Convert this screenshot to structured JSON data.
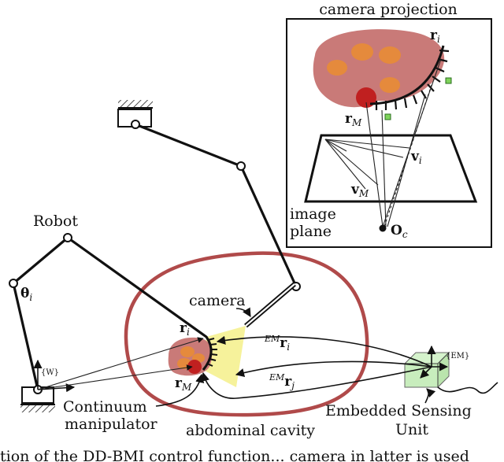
{
  "labels": {
    "camera_projection": "camera projection",
    "image_plane_1": "image",
    "image_plane_2": "plane",
    "robot": "Robot",
    "camera": "camera",
    "continuum_1": "Continuum",
    "continuum_2": "manipulator",
    "abdominal_cavity": "abdominal cavity",
    "embedded_1": "Embedded Sensing",
    "embedded_2": "Unit",
    "frame_w": "{W}",
    "frame_em": "{EM}"
  },
  "symbols": {
    "r": "r",
    "r_sub_i": "i",
    "r_sub_M": "M",
    "v": "v",
    "v_sub_i": "i",
    "v_sub_M": "M",
    "O": "O",
    "O_sub": "c",
    "theta": "θ",
    "theta_sub": "i",
    "em_sup": "EM",
    "r_sub_j": "j"
  },
  "caption": "tion of the DD-BMI control    function...    camera in  latter is used"
}
